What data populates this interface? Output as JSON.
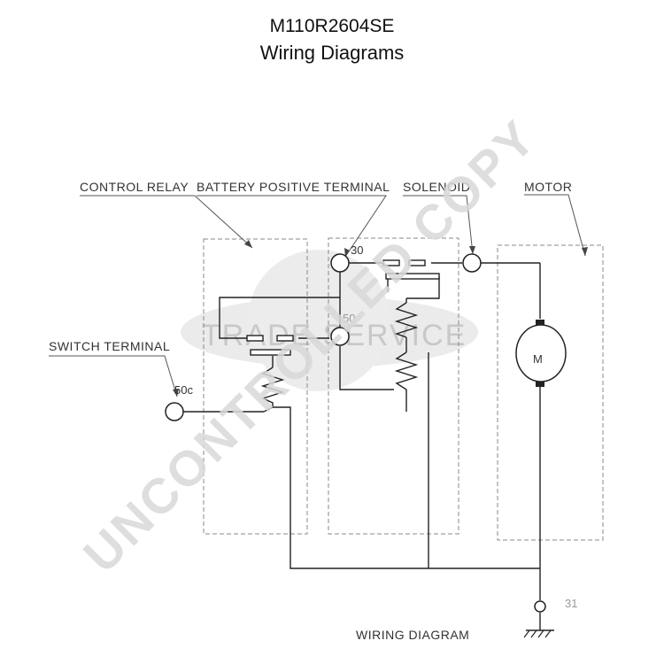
{
  "header": {
    "part_number": "M110R2604SE",
    "subtitle": "Wiring Diagrams"
  },
  "labels": {
    "control_relay": "CONTROL RELAY",
    "battery_positive": "BATTERY POSITIVE TERMINAL",
    "solenoid": "SOLENOID",
    "motor": "MOTOR",
    "switch_terminal": "SWITCH TERMINAL",
    "footer": "WIRING DIAGRAM"
  },
  "terminals": {
    "t30": "30",
    "t50": "50",
    "t50c": "50c",
    "t31": "31",
    "motor": "M"
  },
  "watermark": {
    "diagonal": "UNCONTROLLED COPY",
    "center": "TRADE SERVICE"
  }
}
